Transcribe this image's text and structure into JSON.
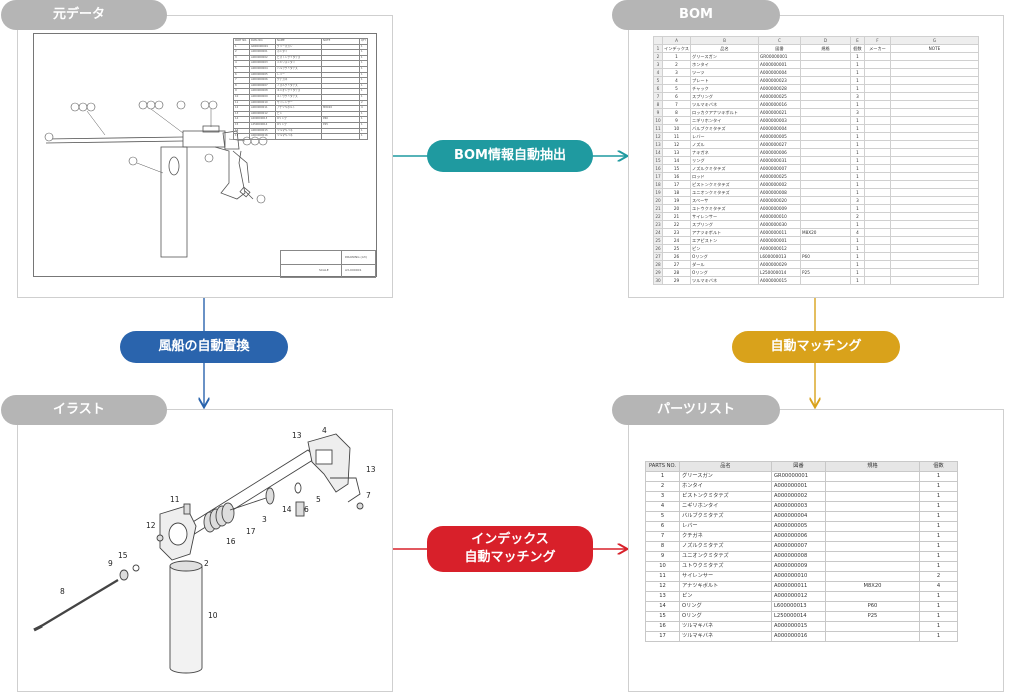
{
  "panels": {
    "source": {
      "title": "元データ"
    },
    "bom": {
      "title": "BOM"
    },
    "illust": {
      "title": "イラスト"
    },
    "parts": {
      "title": "パーツリスト"
    }
  },
  "connectors": {
    "extract": {
      "label": "BOM情報自動抽出",
      "color": "#1f9aa0"
    },
    "balloon": {
      "label": "風船の自動置換",
      "color": "#2a64ad"
    },
    "matching": {
      "label": "自動マッチング",
      "color": "#d9a21b"
    },
    "index": {
      "line1": "インデックス",
      "line2": "自動マッチング",
      "color": "#d8202a"
    }
  },
  "drawing": {
    "table_header": [
      "PART NO.",
      "DWG NO.",
      "NAME",
      "NOTE",
      "QTY"
    ],
    "title_block": [
      "DRAWING (A3)",
      "SCALE",
      "A3-000001"
    ]
  },
  "bom_sheet": {
    "cols": [
      "A",
      "B",
      "C",
      "D",
      "E",
      "F",
      "G"
    ],
    "head": [
      "インデックス",
      "品名",
      "図番",
      "規格",
      "個数",
      "メーカー",
      "NOTE"
    ],
    "rows": [
      [
        "1",
        "グリースガン",
        "GR00000001",
        "",
        "1"
      ],
      [
        "2",
        "ホンタイ",
        "A000000001",
        "",
        "1"
      ],
      [
        "3",
        "ツーツ",
        "A000000004",
        "",
        "1"
      ],
      [
        "4",
        "プレート",
        "A000000023",
        "",
        "1"
      ],
      [
        "5",
        "チャック",
        "A000000028",
        "",
        "1"
      ],
      [
        "6",
        "スプリング",
        "A000000025",
        "",
        "3"
      ],
      [
        "7",
        "ツルマキバネ",
        "A000000016",
        "",
        "1"
      ],
      [
        "8",
        "ロッカクアナツキボルト",
        "A000000021",
        "",
        "3"
      ],
      [
        "9",
        "ニギリホンタイ",
        "A000000003",
        "",
        "1"
      ],
      [
        "10",
        "バルブクミタテズ",
        "A000000004",
        "",
        "1"
      ],
      [
        "11",
        "レバー",
        "A000000005",
        "",
        "1"
      ],
      [
        "12",
        "ノズル",
        "A000000027",
        "",
        "1"
      ],
      [
        "13",
        "ナキガネ",
        "A000000006",
        "",
        "1"
      ],
      [
        "14",
        "リング",
        "A000000031",
        "",
        "1"
      ],
      [
        "15",
        "ノズルクミタテズ",
        "A000000007",
        "",
        "1"
      ],
      [
        "16",
        "ロッド",
        "A000000025",
        "",
        "1"
      ],
      [
        "17",
        "ピストンクミタテズ",
        "A000000002",
        "",
        "1"
      ],
      [
        "18",
        "ユニオンクミタテズ",
        "A000000008",
        "",
        "1"
      ],
      [
        "19",
        "スペーサ",
        "A000000020",
        "",
        "3"
      ],
      [
        "20",
        "ユトウクミタテズ",
        "A000000009",
        "",
        "1"
      ],
      [
        "21",
        "サイレンサー",
        "A000000010",
        "",
        "2"
      ],
      [
        "22",
        "スプリング",
        "A000000030",
        "",
        "1"
      ],
      [
        "23",
        "アナツキボルト",
        "A000000011",
        "M8X20",
        "4"
      ],
      [
        "24",
        "エアピストン",
        "A000000001",
        "",
        "1"
      ],
      [
        "25",
        "ピン",
        "A000000012",
        "",
        "1"
      ],
      [
        "26",
        "Oリング",
        "L600000013",
        "P60",
        "1"
      ],
      [
        "27",
        "ダール",
        "A000000029",
        "",
        "1"
      ],
      [
        "28",
        "Oリング",
        "L250000014",
        "P25",
        "1"
      ],
      [
        "29",
        "ツルマキバネ",
        "A000000015",
        "",
        "1"
      ]
    ]
  },
  "parts_list": {
    "headers": [
      "PARTS NO.",
      "品名",
      "図番",
      "規格",
      "個数"
    ],
    "rows": [
      [
        "1",
        "グリースガン",
        "GR00000001",
        "",
        "1"
      ],
      [
        "2",
        "ホンタイ",
        "A000000001",
        "",
        "1"
      ],
      [
        "3",
        "ピストンクミタテズ",
        "A000000002",
        "",
        "1"
      ],
      [
        "4",
        "ニギリホンタイ",
        "A000000003",
        "",
        "1"
      ],
      [
        "5",
        "バルブクミタテズ",
        "A000000004",
        "",
        "1"
      ],
      [
        "6",
        "レバー",
        "A000000005",
        "",
        "1"
      ],
      [
        "7",
        "クチガネ",
        "A000000006",
        "",
        "1"
      ],
      [
        "8",
        "ノズルクミタテズ",
        "A000000007",
        "",
        "1"
      ],
      [
        "9",
        "ユニオンクミタテズ",
        "A000000008",
        "",
        "1"
      ],
      [
        "10",
        "ユトウクミタテズ",
        "A000000009",
        "",
        "1"
      ],
      [
        "11",
        "サイレンサー",
        "A000000010",
        "",
        "2"
      ],
      [
        "12",
        "アナツキボルト",
        "A000000011",
        "M8X20",
        "4"
      ],
      [
        "13",
        "ピン",
        "A000000012",
        "",
        "1"
      ],
      [
        "14",
        "Oリング",
        "L600000013",
        "P60",
        "1"
      ],
      [
        "15",
        "Oリング",
        "L250000014",
        "P25",
        "1"
      ],
      [
        "16",
        "ツルマキバネ",
        "A000000015",
        "",
        "1"
      ],
      [
        "17",
        "ツルマキバネ",
        "A000000016",
        "",
        "1"
      ]
    ]
  },
  "illustration_labels": [
    "13",
    "4",
    "13",
    "7",
    "5",
    "6",
    "14",
    "3",
    "17",
    "16",
    "11",
    "12",
    "2",
    "15",
    "9",
    "8",
    "10"
  ]
}
